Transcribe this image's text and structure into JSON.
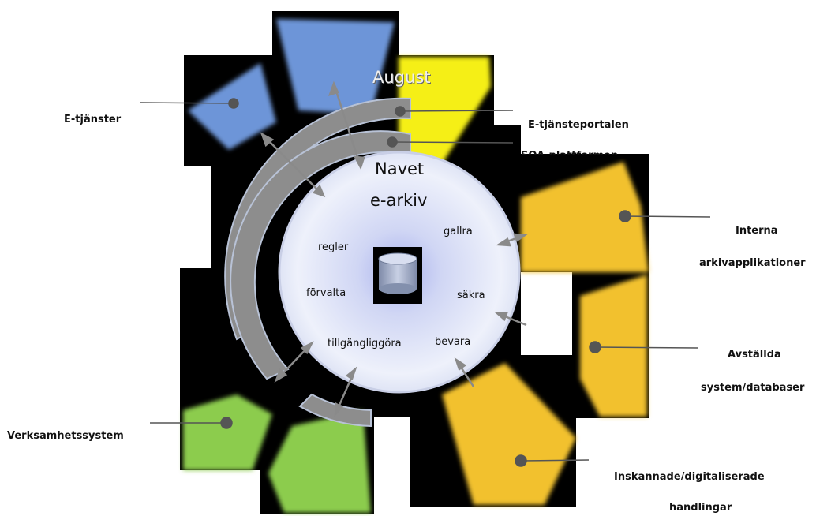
{
  "hub": {
    "title_line1": "Navet",
    "title_line2": "e-arkiv",
    "top_label": "August"
  },
  "inner_labels": {
    "regler": "regler",
    "forvalta": "förvalta",
    "tillgangliggora": "tillgängliggöra",
    "gallra": "gallra",
    "sakra": "säkra",
    "bevara": "bevara"
  },
  "outer_labels": {
    "e_tjanster": "E-tjänster",
    "e_tjansteportalen": "E-tjänsteportalen",
    "soa_plattform": "SOA-plattformen",
    "interna_line1": "Interna",
    "interna_line2": "arkivapplikationer",
    "avstallda_line1": "Avställda",
    "avstallda_line2": "system/databaser",
    "verksamhetssystem": "Verksamhetssystem",
    "inskannade_line1": "Inskannade/digitaliserade",
    "inskannade_line2": "handlingar"
  },
  "colors": {
    "background": "#ffffff",
    "black_tile": "#000000",
    "blue_sector": "#6d95d8",
    "yellow_sector": "#f5ef12",
    "gold_sector": "#f2c12d",
    "green_sector": "#8ccc4e",
    "gray_ring": "#8d8d8d",
    "hub_fill": "#e4e8f6",
    "hub_center": "#aab2ee",
    "arrow": "#8a8a8a",
    "connector": "#555555"
  }
}
